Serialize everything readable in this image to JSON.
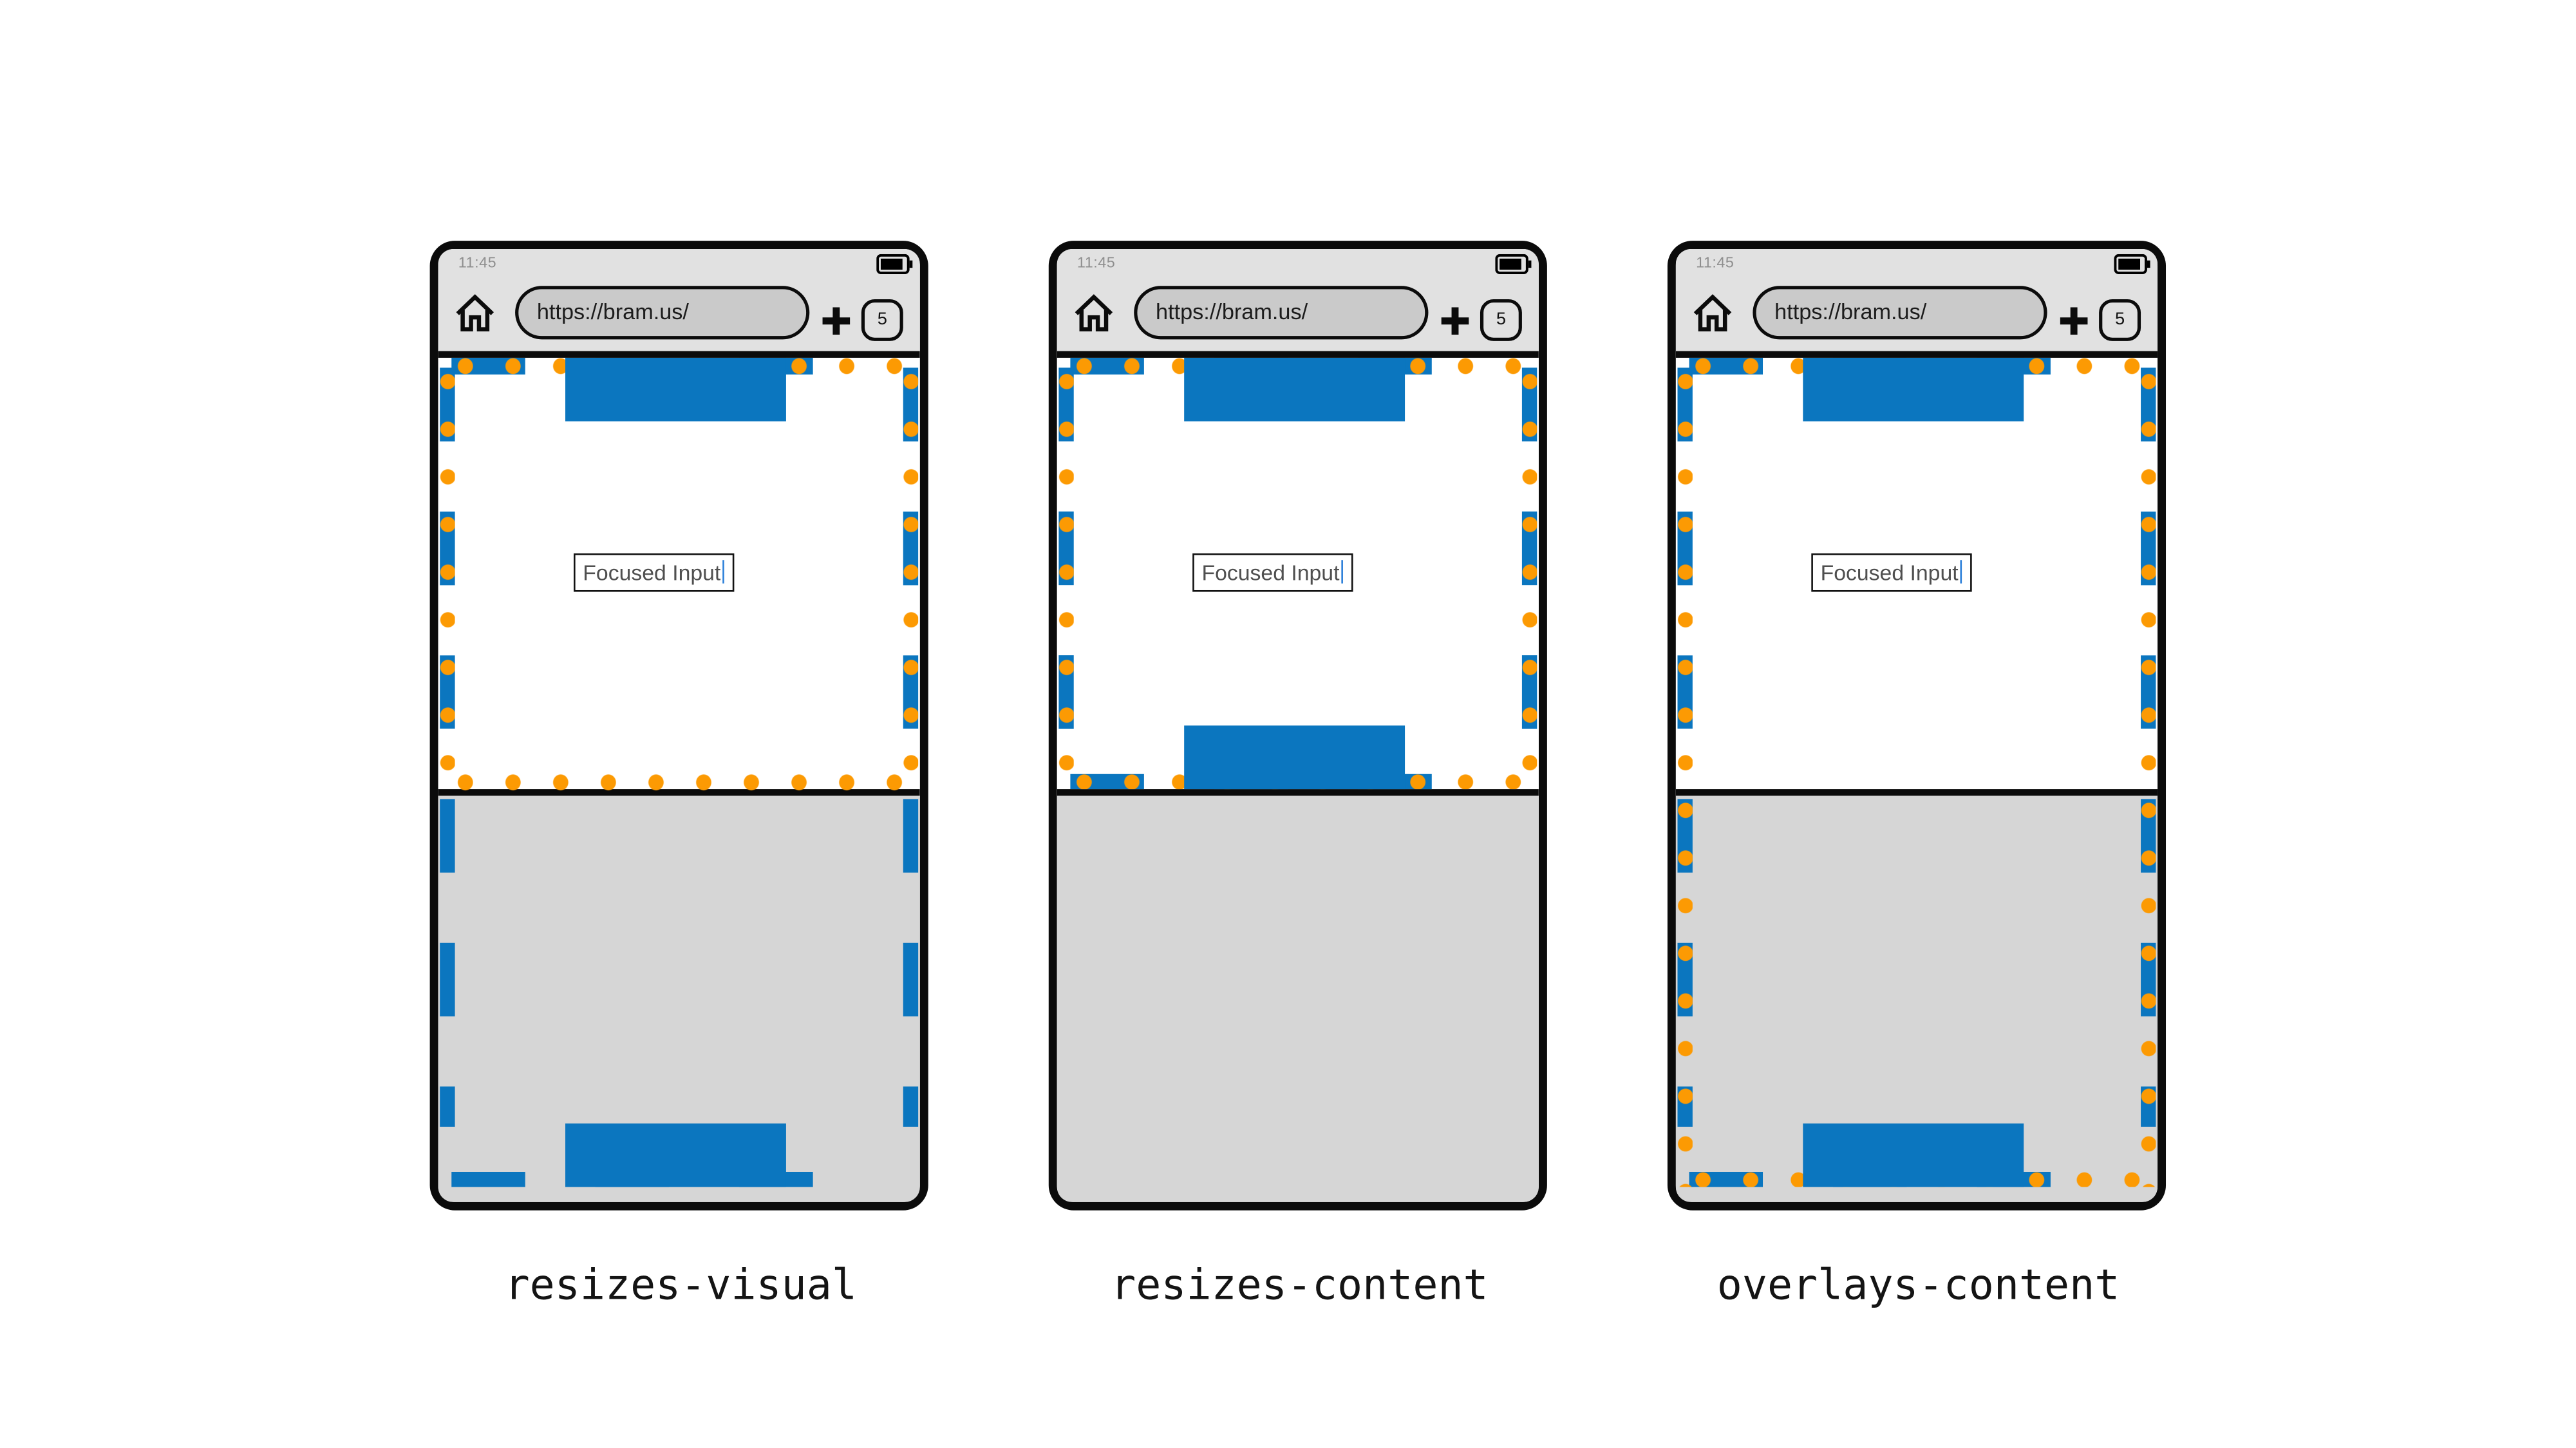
{
  "figure": {
    "variants": [
      {
        "label": "resizes-visual"
      },
      {
        "label": "resizes-content"
      },
      {
        "label": "overlays-content"
      }
    ]
  },
  "phone": {
    "status_time": "11:45",
    "url": "https://bram.us/",
    "tab_count": "5",
    "input_value": "Focused Input"
  },
  "icons": {
    "home": "home-icon",
    "battery": "battery-icon",
    "new_tab": "plus-icon",
    "tab_counter": "tab-counter-badge",
    "text_caret": "text-caret"
  },
  "colors": {
    "layout_viewport": "#0b76bf",
    "visual_viewport": "#fc9a03",
    "keyboard": "#d6d6d6",
    "browser_chrome": "#e1e1e1",
    "url_field": "#cacaca",
    "caret": "#2b7fd9"
  }
}
